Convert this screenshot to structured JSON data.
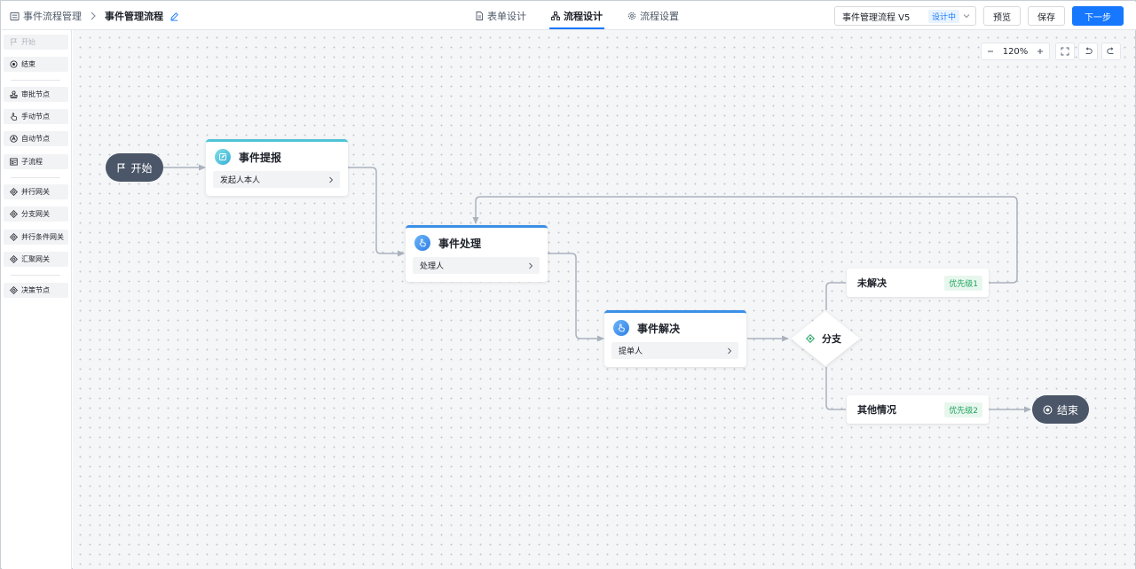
{
  "header": {
    "breadcrumb_root": "事件流程管理",
    "breadcrumb_current": "事件管理流程",
    "tabs": [
      {
        "label": "表单设计",
        "icon": "file-icon",
        "active": false
      },
      {
        "label": "流程设计",
        "icon": "flow-icon",
        "active": true
      },
      {
        "label": "流程设置",
        "icon": "gear-icon",
        "active": false
      }
    ],
    "version_name": "事件管理流程 V5",
    "version_status": "设计中",
    "preview_label": "预览",
    "save_label": "保存",
    "next_label": "下一步"
  },
  "sidebar": {
    "items": [
      {
        "label": "开始",
        "icon": "flag-icon",
        "disabled": true
      },
      {
        "label": "结束",
        "icon": "end-circle-icon",
        "disabled": false
      },
      {
        "label": "审批节点",
        "icon": "stamp-icon",
        "disabled": false
      },
      {
        "label": "手动节点",
        "icon": "hand-icon",
        "disabled": false
      },
      {
        "label": "自动节点",
        "icon": "robot-icon",
        "disabled": false
      },
      {
        "label": "子流程",
        "icon": "subflow-icon",
        "disabled": false
      },
      {
        "label": "并行网关",
        "icon": "diamond-icon",
        "disabled": false
      },
      {
        "label": "分支网关",
        "icon": "diamond-icon",
        "disabled": false
      },
      {
        "label": "并行条件网关",
        "icon": "diamond-icon",
        "disabled": false
      },
      {
        "label": "汇聚网关",
        "icon": "diamond-icon",
        "disabled": false
      },
      {
        "label": "决策节点",
        "icon": "diamond-icon",
        "disabled": false
      }
    ]
  },
  "toolbar": {
    "zoom_level": "120%"
  },
  "flow": {
    "start_label": "开始",
    "end_label": "结束",
    "nodes": [
      {
        "title": "事件提报",
        "field": "发起人本人",
        "icon": "edit-icon"
      },
      {
        "title": "事件处理",
        "field": "处理人",
        "icon": "hand-icon"
      },
      {
        "title": "事件解决",
        "field": "提单人",
        "icon": "hand-icon"
      }
    ],
    "gateway_label": "分支",
    "conditions": [
      {
        "title": "未解决",
        "priority": "优先级1"
      },
      {
        "title": "其他情况",
        "priority": "优先级2"
      }
    ]
  },
  "colors": {
    "primary": "#1677ff",
    "pill": "#4b5668",
    "node_accent": "#3a8fe8",
    "node_accent_first": "#4fc3d6",
    "priority_text": "#1fa35c",
    "priority_bg": "#e8f7ee",
    "edge": "#aab2bd"
  }
}
